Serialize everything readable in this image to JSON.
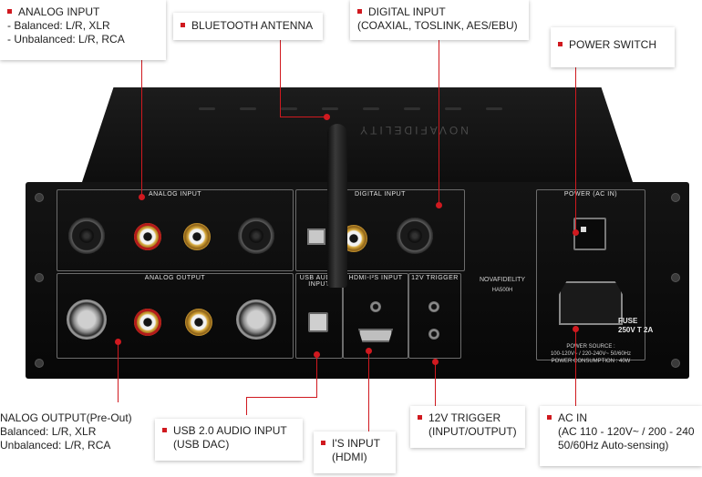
{
  "callouts": {
    "analog_input": {
      "title": "ANALOG INPUT",
      "line1": "- Balanced: L/R, XLR",
      "line2": "- Unbalanced: L/R, RCA"
    },
    "bluetooth": {
      "title": "BLUETOOTH ANTENNA"
    },
    "digital_input": {
      "title": "DIGITAL INPUT",
      "line1": "(COAXIAL, TOSLINK, AES/EBU)"
    },
    "power_switch": {
      "title": "POWER SWITCH"
    },
    "analog_output": {
      "title": "NALOG OUTPUT(Pre-Out)",
      "line1": "Balanced: L/R, XLR",
      "line2": "Unbalanced: L/R, RCA"
    },
    "usb_audio": {
      "title": "USB 2.0 AUDIO INPUT",
      "line1": "(USB DAC)"
    },
    "i2s": {
      "title": "I'S INPUT",
      "line1": "(HDMI)"
    },
    "trigger": {
      "title": "12V TRIGGER",
      "line1": "(INPUT/OUTPUT)"
    },
    "ac_in": {
      "title": "AC IN",
      "line1": "(AC 110 - 120V~ / 200 - 240",
      "line2": "50/60Hz Auto-sensing)"
    }
  },
  "panel": {
    "analog_input": "ANALOG INPUT",
    "digital_input": "DIGITAL INPUT",
    "analog_output": "ANALOG OUTPUT",
    "usb_audio_input": "USB AUDIO INPUT",
    "hdmi_i2s_input": "HDMI-I²S INPUT",
    "trigger": "12V TRIGGER",
    "power": "POWER (AC IN)",
    "brand": "NOVAFIDELITY",
    "model": "HA500H",
    "fuse_line1": "FUSE",
    "fuse_line2": "250V T 2A",
    "power_source": "POWER SOURCE :",
    "power_range": "100-120V~ / 220-240V~ 50/60Hz",
    "power_consumption": "POWER CONSUMPTION : 40W",
    "top_brand": "NOVAFIDELITY"
  },
  "colors": {
    "accent": "#d0191f",
    "chassis": "#0b0b0b"
  }
}
